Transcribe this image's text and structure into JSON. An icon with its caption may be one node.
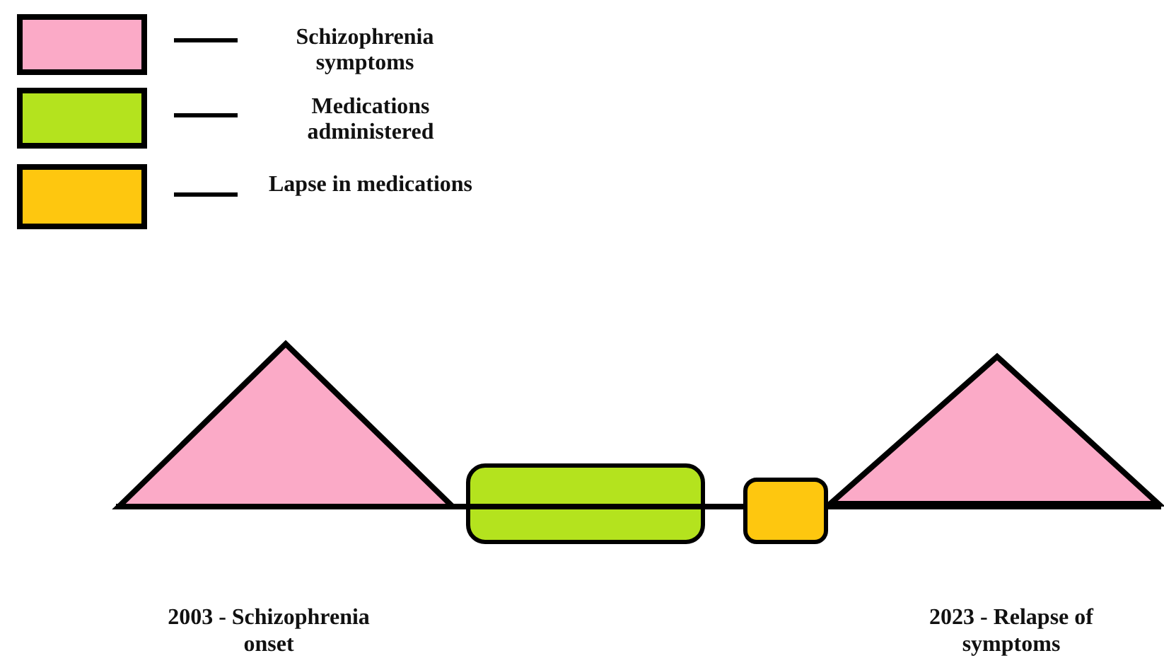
{
  "diagram": {
    "labels": [
      "2003 - Schizophrenia onset",
      "2023 - Relapse of symptoms"
    ],
    "legend": [
      {
        "text": "Schizophrenia symptoms",
        "color": "#fbaac7"
      },
      {
        "text": "Medications administered",
        "color": "#b4e31e"
      },
      {
        "text": "Lapse in medications",
        "color": "#fec70f"
      }
    ]
  }
}
